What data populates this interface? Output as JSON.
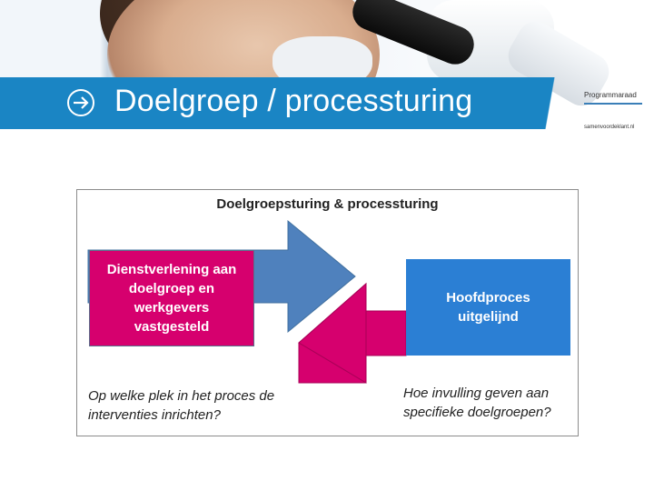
{
  "header": {
    "title": "Doelgroep / processturing",
    "brand_name": "Programmaraad",
    "brand_url": "samenvoordeklant.nl",
    "nav_icon": "arrow-right-circle-icon",
    "band_color": "#1a85c4"
  },
  "diagram": {
    "title": "Doelgroepsturing & processturing",
    "left_box": "Dienstverlening aan\ndoelgroep en\nwerkgevers\nvastgesteld",
    "right_box": "Hoofdproces\nuitgelijnd",
    "left_question": "Op welke plek in het proces de\ninterventies inrichten?",
    "right_question": "Hoe invulling geven aan\nspecifieke doelgroepen?",
    "colors": {
      "pink": "#d6006e",
      "blue": "#2b7fd4",
      "arrow_blue": "#4f81bd"
    }
  }
}
